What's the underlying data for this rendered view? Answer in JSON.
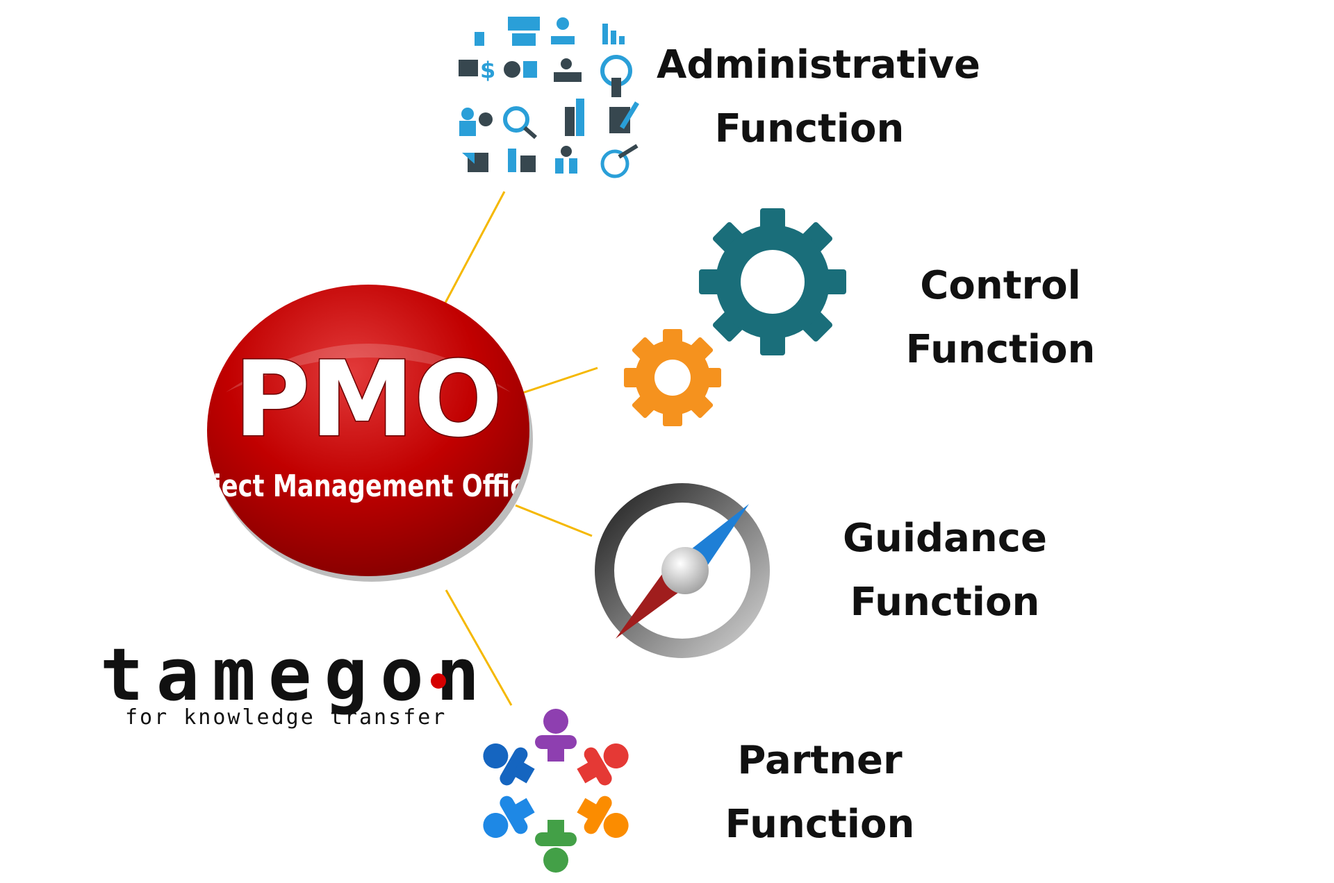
{
  "center": {
    "title": "PMO",
    "subtitle": "roject Management Offic",
    "color": "#c10000"
  },
  "functions": [
    {
      "line1": "Administrative",
      "line2": "Function",
      "icon": "business-icons-grid-icon"
    },
    {
      "line1": "Control",
      "line2": "Function",
      "icon": "gears-icon"
    },
    {
      "line1": "Guidance",
      "line2": "Function",
      "icon": "compass-icon"
    },
    {
      "line1": "Partner",
      "line2": "Function",
      "icon": "people-circle-icon"
    }
  ],
  "logo": {
    "word": "tamegon",
    "tagline": "for knowledge transfer",
    "dot_color": "#d50000"
  },
  "connector_color": "#f5b800"
}
